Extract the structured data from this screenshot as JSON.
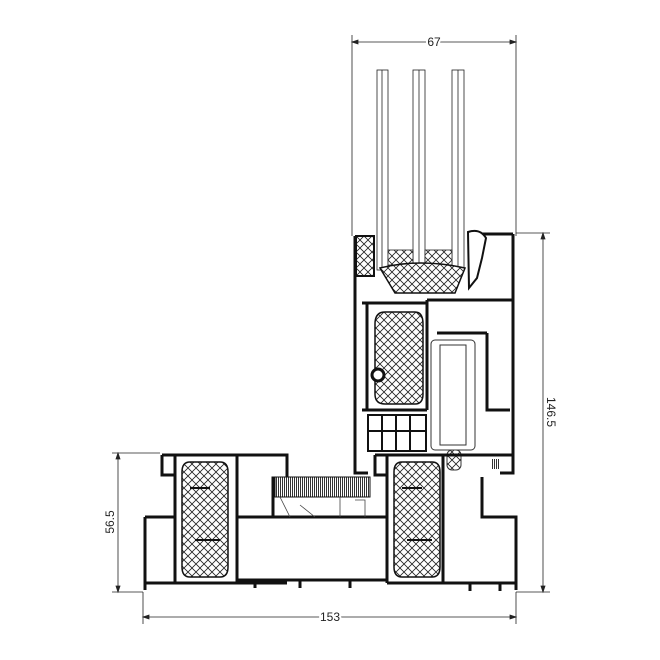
{
  "drawing": {
    "title": "Window profile cross-section",
    "dimensions": {
      "top_width": "67",
      "right_height": "146.5",
      "left_height": "56.5",
      "bottom_width": "153"
    },
    "colors": {
      "line": "#111111",
      "insulation": "#ffffff",
      "gasket": "#555555"
    }
  }
}
